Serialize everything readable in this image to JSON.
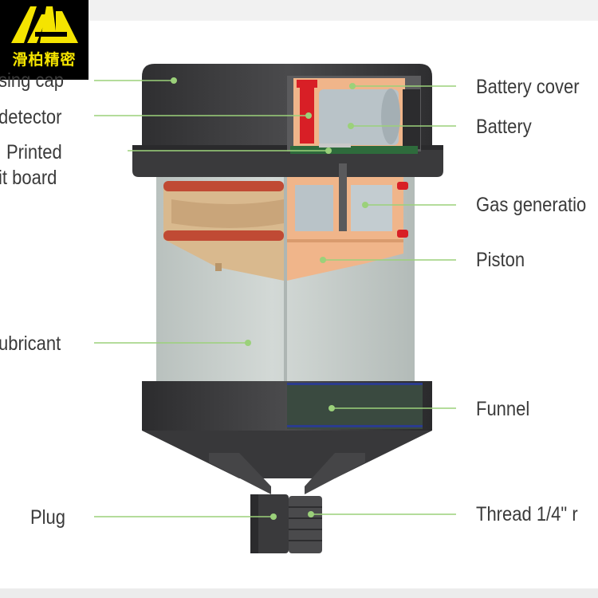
{
  "logo": {
    "text": "滑柏精密"
  },
  "labels": {
    "housing_cap": "sing cap",
    "detector": "detector",
    "pcb_line1": "Printed",
    "pcb_line2": "it board",
    "lubricant": "ubricant",
    "plug": "Plug",
    "battery_cover": "Battery cover",
    "battery": "Battery",
    "gas_generation": "Gas generatio",
    "piston": "Piston",
    "funnel": "Funnel",
    "thread": "Thread 1/4\" r"
  },
  "colors": {
    "leader_line": "#9bd17a",
    "housing": "#3f3f41",
    "cylinder": "#c6cdca",
    "piston": "#f0b58a",
    "accent_red": "#d81f26",
    "logo_bg": "#000000",
    "logo_fg": "#f5e400"
  }
}
